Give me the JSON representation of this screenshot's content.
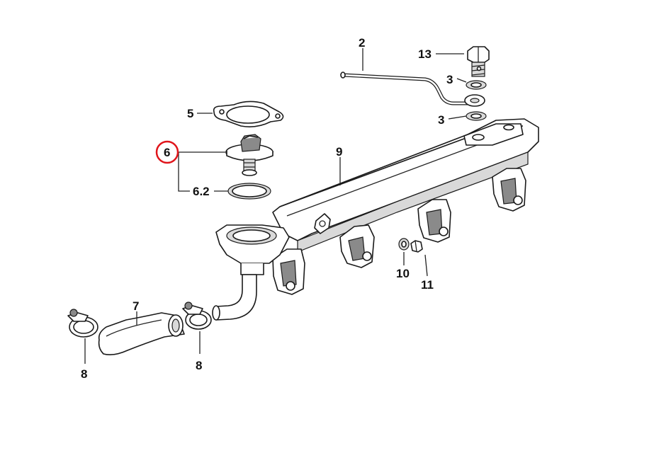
{
  "callouts": {
    "c2": "2",
    "c3a": "3",
    "c3b": "3",
    "c5": "5",
    "c6": "6",
    "c6_2": "6.2",
    "c7": "7",
    "c8a": "8",
    "c8b": "8",
    "c9": "9",
    "c10": "10",
    "c11": "11",
    "c13": "13"
  },
  "highlight": {
    "target": "6",
    "color": "#e0151b"
  }
}
